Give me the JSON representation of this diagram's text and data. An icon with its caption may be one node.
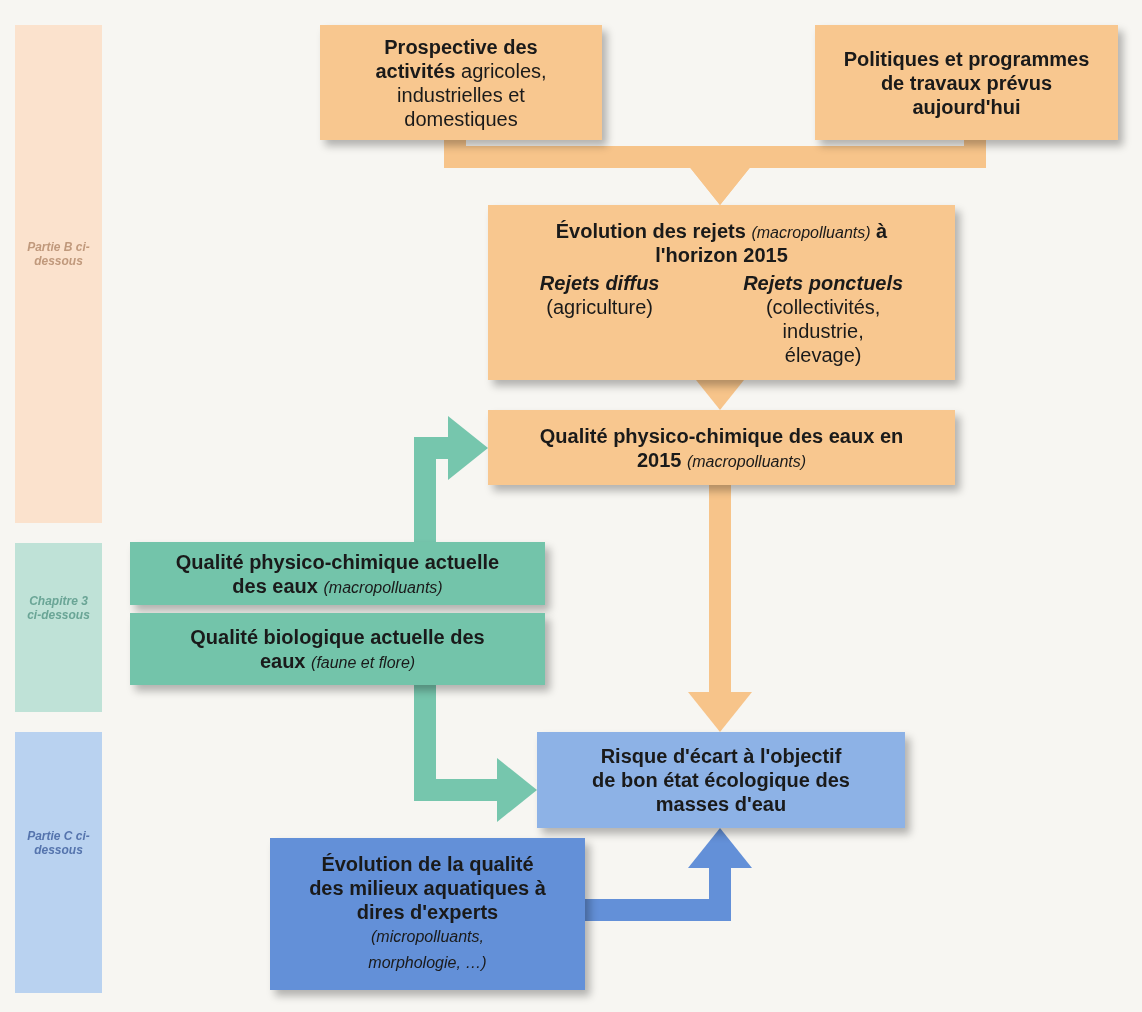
{
  "diagram": {
    "nodes": [
      {
        "text": [
          "Partie B ci-dessous"
        ]
      },
      {
        "text": [
          "Chapitre 3 ci-dessous"
        ]
      },
      {
        "text": [
          "Partie C ci-dessous"
        ]
      },
      {
        "text": [
          "**Prospective des activités** agricoles, industrielles et domestiques"
        ]
      },
      {
        "text": [
          "Politiques et programmes de travaux prévus aujourd'hui"
        ]
      },
      {
        "text": [
          "**Évolution des rejets** *(macropolluants)* **à l'horizon 2015**",
          "Rejets diffus",
          "(agriculture)",
          "Rejets ponctuels",
          "(collectivités, industrie, élevage)"
        ]
      },
      {
        "text": [
          "**Qualité physico-chimique des eaux en 2015** *(macropolluants)*"
        ]
      },
      {
        "text": [
          "**Qualité physico-chimique actuelle des eaux** *(macropolluants)*"
        ]
      },
      {
        "text": [
          "**Qualité biologique actuelle des eaux** *(faune et flore)*"
        ]
      },
      {
        "text": [
          "Risque d'écart à l'objectif de bon état écologique des masses d'eau"
        ]
      },
      {
        "text": [
          "Évolution de la qualité des milieux aquatiques à dires d'experts",
          "(micropolluants, morphologie, …)"
        ]
      }
    ],
    "edges": [
      {
        "from": 3,
        "to": 5,
        "arrow": "to"
      },
      {
        "from": 4,
        "to": 5,
        "arrow": "to"
      },
      {
        "from": 5,
        "to": 6,
        "arrow": "to"
      },
      {
        "from": 7,
        "to": 6,
        "arrow": "to",
        "color": "#76c6ad"
      },
      {
        "from": 8,
        "to": 9,
        "arrow": "to",
        "color": "#76c6ad"
      },
      {
        "from": 6,
        "to": 9,
        "arrow": "to"
      },
      {
        "from": 10,
        "to": 9,
        "arrow": "to",
        "color": "#6390d8"
      }
    ]
  }
}
